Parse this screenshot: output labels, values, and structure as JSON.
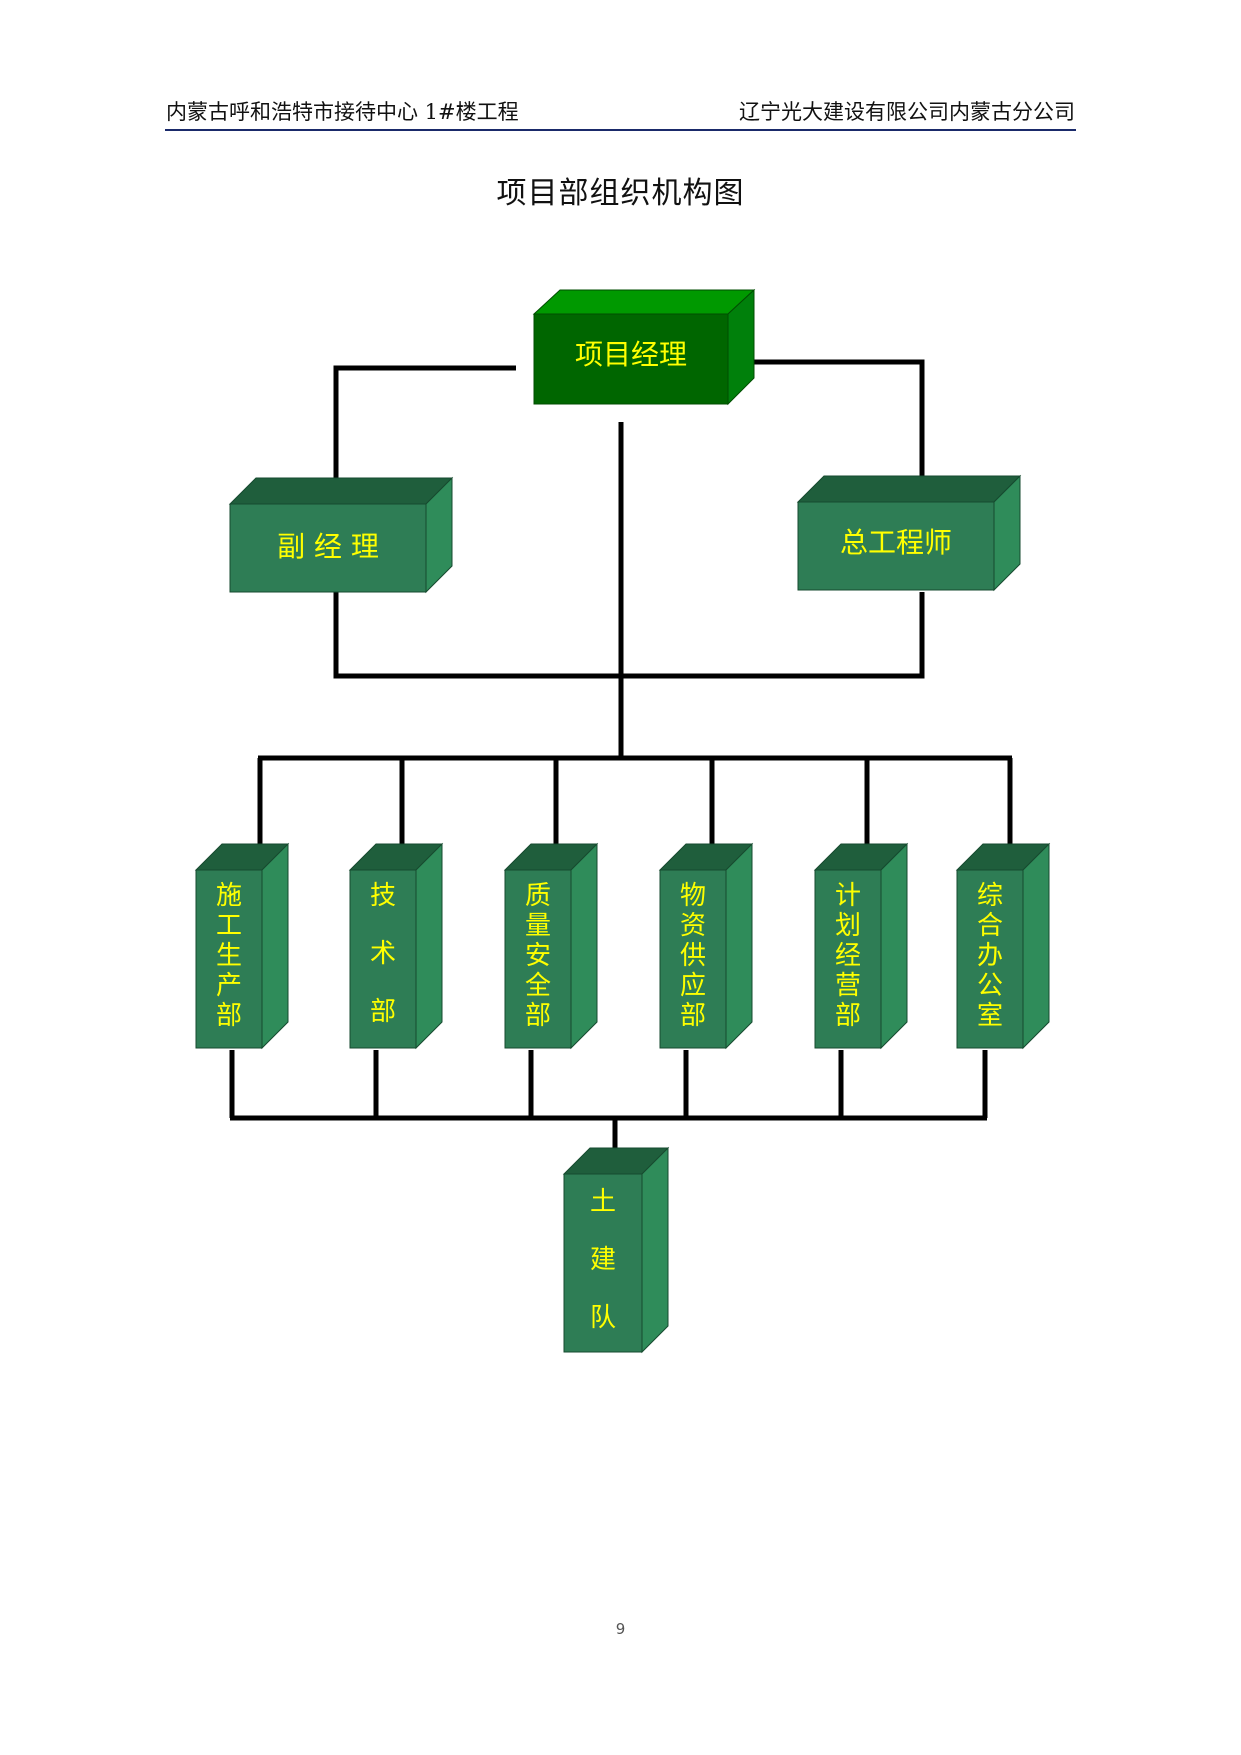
{
  "header": {
    "left": "内蒙古呼和浩特市接待中心 1#楼工程",
    "right": "辽宁光大建设有限公司内蒙古分公司"
  },
  "title": "项目部组织机构图",
  "org": {
    "top": "项目经理",
    "deputy": "副 经 理",
    "chief_engineer": "总工程师",
    "departments": [
      "施工生产部",
      "技术部",
      "质量安全部",
      "物资供应部",
      "计划经营部",
      "综合办公室"
    ],
    "team": "土建队"
  },
  "colors": {
    "top_front": "#006600",
    "top_face": "#009900",
    "top_side": "#00800b",
    "box_front": "#2e7d55",
    "box_face": "#1f5e3c",
    "box_side": "#2f8c5a",
    "label": "#ffff00",
    "connector": "#000000"
  },
  "page_number": "9"
}
